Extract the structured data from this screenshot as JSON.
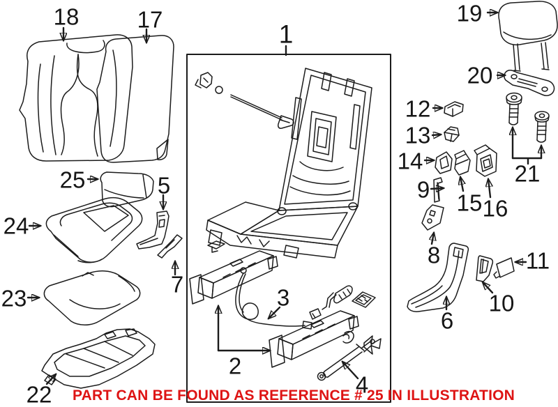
{
  "note": {
    "text": "PART CAN BE FOUND AS REFERENCE # 25 IN ILLUSTRATION",
    "color": "#de1414"
  },
  "style": {
    "line_color": "#1b1b1b",
    "label_color": "#161616",
    "background": "#ffffff"
  },
  "callouts": {
    "1": "1",
    "2": "2",
    "3": "3",
    "4": "4",
    "5": "5",
    "6": "6",
    "7": "7",
    "8": "8",
    "9": "9",
    "10": "10",
    "11": "11",
    "12": "12",
    "13": "13",
    "14": "14",
    "15": "15",
    "16": "16",
    "17": "17",
    "18": "18",
    "19": "19",
    "20": "20",
    "21": "21",
    "22": "22",
    "23": "23",
    "24": "24",
    "25": "25"
  }
}
